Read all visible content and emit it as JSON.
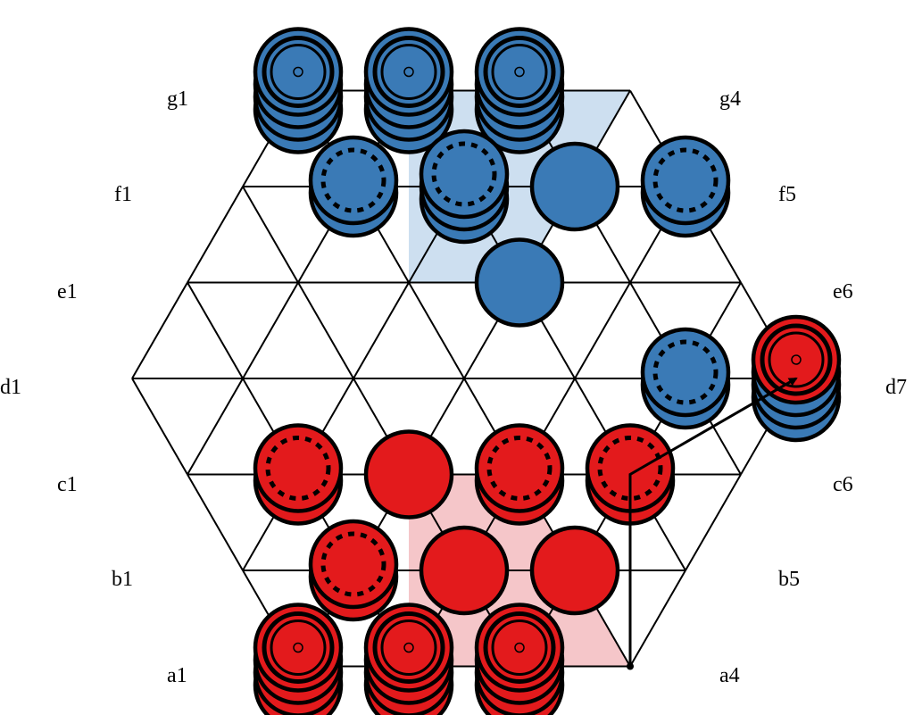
{
  "colors": {
    "blue": "#3a7ab6",
    "red": "#e31a1c",
    "blue_zone": "#cddff0",
    "red_zone": "#f5c6c9"
  },
  "labels": {
    "g1": "g1",
    "f1": "f1",
    "e1": "e1",
    "d1": "d1",
    "c1": "c1",
    "b1": "b1",
    "a1": "a1",
    "g4": "g4",
    "f5": "f5",
    "e6": "e6",
    "d7": "d7",
    "c6": "c6",
    "b5": "b5",
    "a4": "a4"
  },
  "pieces": [
    {
      "cell": "g1",
      "color": "blue",
      "height": 4
    },
    {
      "cell": "g2",
      "color": "blue",
      "height": 4
    },
    {
      "cell": "g3",
      "color": "blue",
      "height": 4
    },
    {
      "cell": "f2",
      "color": "blue",
      "height": 2
    },
    {
      "cell": "f3",
      "color": "blue",
      "height": 3
    },
    {
      "cell": "f4",
      "color": "blue",
      "height": 1
    },
    {
      "cell": "f5",
      "color": "blue",
      "height": 2
    },
    {
      "cell": "e4",
      "color": "blue",
      "height": 1
    },
    {
      "cell": "d6",
      "color": "blue",
      "height": 2
    },
    {
      "cell": "d7",
      "color": "red",
      "height": 4,
      "top_color": "red",
      "under_color": "blue"
    },
    {
      "cell": "c2",
      "color": "red",
      "height": 2
    },
    {
      "cell": "c3",
      "color": "red",
      "height": 1
    },
    {
      "cell": "c4",
      "color": "red",
      "height": 2
    },
    {
      "cell": "c5",
      "color": "red",
      "height": 2
    },
    {
      "cell": "b2",
      "color": "red",
      "height": 2
    },
    {
      "cell": "b3",
      "color": "red",
      "height": 1
    },
    {
      "cell": "b4",
      "color": "red",
      "height": 1
    },
    {
      "cell": "a1",
      "color": "red",
      "height": 4
    },
    {
      "cell": "a2",
      "color": "red",
      "height": 4
    },
    {
      "cell": "a3",
      "color": "red",
      "height": 4
    }
  ],
  "last_move": {
    "from": "a4",
    "via": "c5",
    "to": "d7"
  }
}
